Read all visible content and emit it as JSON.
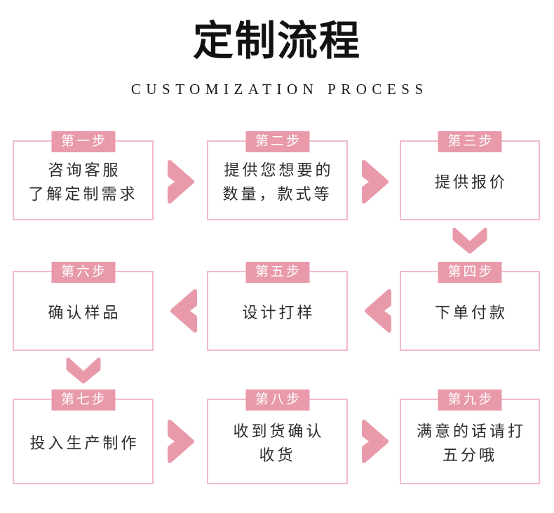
{
  "header": {
    "title": "定制流程",
    "subtitle": "CUSTOMIZATION PROCESS"
  },
  "colors": {
    "badge_bg": "#e89aab",
    "box_border": "#f2bcc8",
    "arrow": "#e89aab",
    "text": "#2b2b2b",
    "background": "#ffffff"
  },
  "steps": [
    {
      "badge": "第一步",
      "text": "咨询客服\n了解定制需求"
    },
    {
      "badge": "第二步",
      "text": "提供您想要的\n数量，款式等"
    },
    {
      "badge": "第三步",
      "text": "提供报价"
    },
    {
      "badge": "第四步",
      "text": "下单付款"
    },
    {
      "badge": "第五步",
      "text": "设计打样"
    },
    {
      "badge": "第六步",
      "text": "确认样品"
    },
    {
      "badge": "第七步",
      "text": "投入生产制作"
    },
    {
      "badge": "第八步",
      "text": "收到货确认\n收货"
    },
    {
      "badge": "第九步",
      "text": "满意的话请打\n五分哦"
    }
  ],
  "arrows": [
    {
      "name": "arrow-step1-to-step2",
      "direction": "right"
    },
    {
      "name": "arrow-step2-to-step3",
      "direction": "right"
    },
    {
      "name": "arrow-step3-to-step4",
      "direction": "down"
    },
    {
      "name": "arrow-step4-to-step5",
      "direction": "left"
    },
    {
      "name": "arrow-step5-to-step6",
      "direction": "left"
    },
    {
      "name": "arrow-step6-to-step7",
      "direction": "down"
    },
    {
      "name": "arrow-step7-to-step8",
      "direction": "right"
    },
    {
      "name": "arrow-step8-to-step9",
      "direction": "right"
    }
  ]
}
